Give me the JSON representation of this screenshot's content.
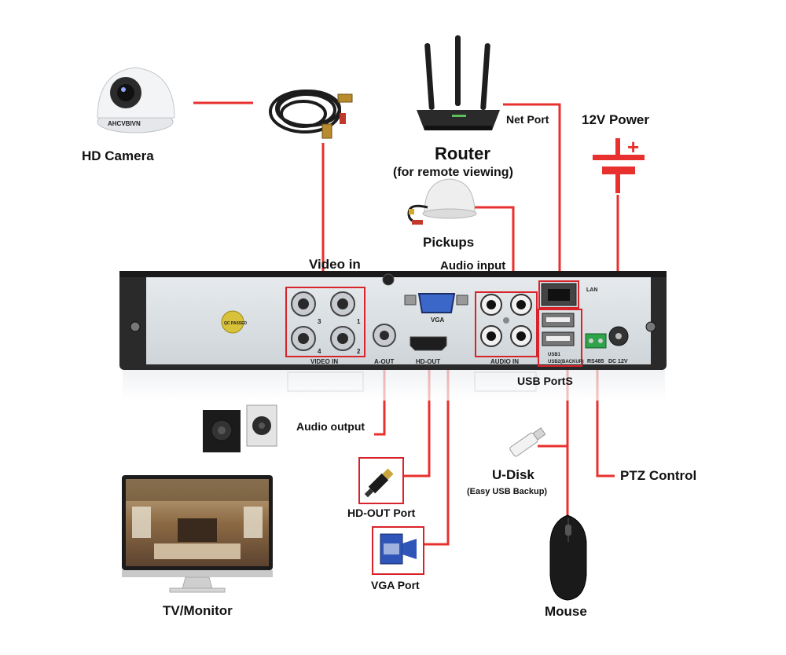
{
  "labels": {
    "hd_camera": "HD Camera",
    "router": "Router",
    "router_sub": "(for remote viewing)",
    "net_port": "Net Port",
    "power": "12V Power",
    "pickups": "Pickups",
    "video_in": "Video in",
    "audio_input": "Audio input",
    "usb_ports": "USB PortS",
    "audio_output": "Audio output",
    "u_disk": "U-Disk",
    "u_disk_sub": "(Easy USB Backup)",
    "ptz_control": "PTZ Control",
    "hd_out_port": "HD-OUT Port",
    "vga_port": "VGA Port",
    "tv_monitor": "TV/Monitor",
    "mouse": "Mouse"
  },
  "dvr_panel": {
    "video_in": "VIDEO IN",
    "a_out": "A-OUT",
    "hd_out": "HD-OUT",
    "vga": "VGA",
    "audio_in": "AUDIO IN",
    "lan": "LAN",
    "usb1": "USB1",
    "usb2": "USB2(BACKUP)",
    "rs485": "RS485",
    "dc12v": "DC 12V",
    "qc_sticker": "QC PASSED",
    "camera_brand": "AHCVBIVN",
    "port_numbers": [
      "3",
      "1",
      "4",
      "2"
    ]
  },
  "colors": {
    "connector_line": "#e8312f",
    "box_outline": "#d9232a",
    "panel_body": "#d8dde0",
    "panel_frame": "#2a2a2a"
  }
}
